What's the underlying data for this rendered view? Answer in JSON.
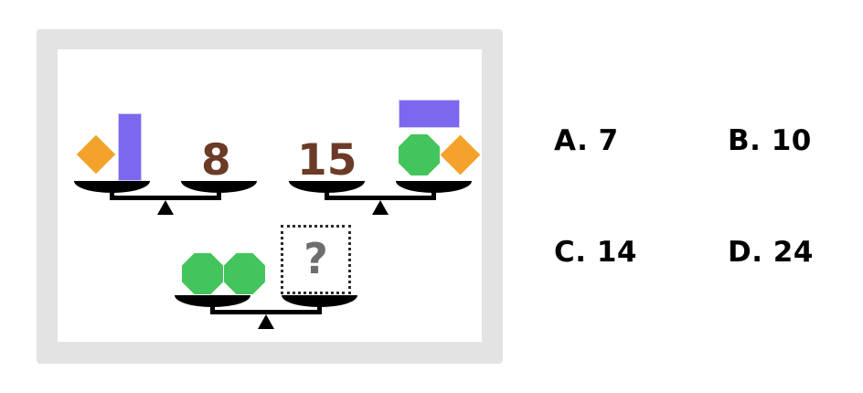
{
  "puzzle": {
    "type": "balance-scale-equation-puzzle",
    "scales": [
      {
        "id": "scale-1",
        "left_pan": {
          "items": [
            "orange-diamond",
            "purple-bar-vertical"
          ]
        },
        "right_pan": {
          "items": [
            "number"
          ],
          "value": "8"
        }
      },
      {
        "id": "scale-2",
        "left_pan": {
          "items": [
            "number"
          ],
          "value": "15"
        },
        "right_pan": {
          "items": [
            "purple-bar-horizontal",
            "green-octagon",
            "orange-diamond"
          ]
        }
      },
      {
        "id": "scale-3",
        "left_pan": {
          "items": [
            "green-octagon",
            "green-octagon"
          ]
        },
        "right_pan": {
          "items": [
            "unknown"
          ],
          "value": "?"
        }
      }
    ],
    "unknown_symbol": "?"
  },
  "answers": {
    "options": [
      {
        "letter": "A.",
        "value": "7",
        "text": "A.  7"
      },
      {
        "letter": "B.",
        "value": "10",
        "text": "B. 10"
      },
      {
        "letter": "C.",
        "value": "14",
        "text": "C. 14"
      },
      {
        "letter": "D.",
        "value": "24",
        "text": "D. 24"
      }
    ]
  },
  "colors": {
    "purple": "#7b68ee",
    "orange": "#f5a22c",
    "green": "#44c45c",
    "number_brown": "#6b3b28",
    "question_gray": "#6d6d6d",
    "frame_gray": "#e3e3e3",
    "scale_black": "#000000",
    "answer_black": "#000000",
    "background": "#ffffff"
  }
}
